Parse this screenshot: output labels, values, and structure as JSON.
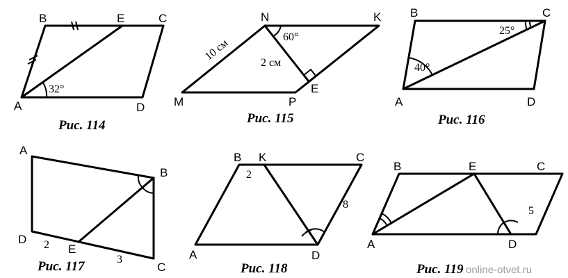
{
  "figures": {
    "f114": {
      "caption": "Рис. 114",
      "labels": {
        "a": "A",
        "b": "B",
        "c": "C",
        "d": "D",
        "e": "E"
      },
      "angle": "32°"
    },
    "f115": {
      "caption": "Рис. 115",
      "labels": {
        "m": "M",
        "n": "N",
        "k": "K",
        "p": "P",
        "e": "E"
      },
      "side": "10 см",
      "height": "2 см",
      "angle": "60°"
    },
    "f116": {
      "caption": "Рис. 116",
      "labels": {
        "a": "A",
        "b": "B",
        "c": "C",
        "d": "D"
      },
      "angle_a": "40°",
      "angle_c": "25°"
    },
    "f117": {
      "caption": "Рис. 117",
      "labels": {
        "a": "A",
        "b": "B",
        "c": "C",
        "d": "D",
        "e": "E"
      },
      "de": "2",
      "ec": "3"
    },
    "f118": {
      "caption": "Рис. 118",
      "labels": {
        "a": "A",
        "b": "B",
        "c": "C",
        "d": "D",
        "k": "K"
      },
      "bk": "2",
      "cd": "8"
    },
    "f119": {
      "caption": "Рис. 119",
      "labels": {
        "a": "A",
        "b": "B",
        "c": "C",
        "d": "D",
        "e": "E"
      },
      "cd": "5"
    }
  },
  "watermark": "online-otvet.ru"
}
